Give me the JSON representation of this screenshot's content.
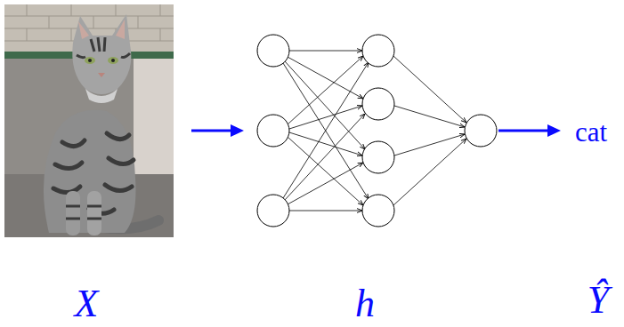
{
  "diagram": {
    "labels": [
      "cat",
      "X",
      "h",
      "Ŷ"
    ]
  }
}
